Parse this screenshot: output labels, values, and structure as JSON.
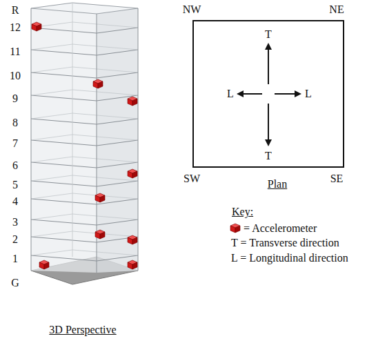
{
  "diagram": {
    "labels": [
      "R",
      "12",
      "11",
      "10",
      "9",
      "8",
      "7",
      "6",
      "5",
      "4",
      "3",
      "2",
      "1",
      "G",
      "3D Perspective",
      "NW",
      "NE",
      "SW",
      "SE",
      "T",
      "T",
      "L",
      "L",
      "Plan",
      "Key:",
      "T = Transverse direction",
      "L = Longitudinal direction"
    ],
    "legend": [
      {
        "text": "= Accelerometer"
      }
    ]
  }
}
